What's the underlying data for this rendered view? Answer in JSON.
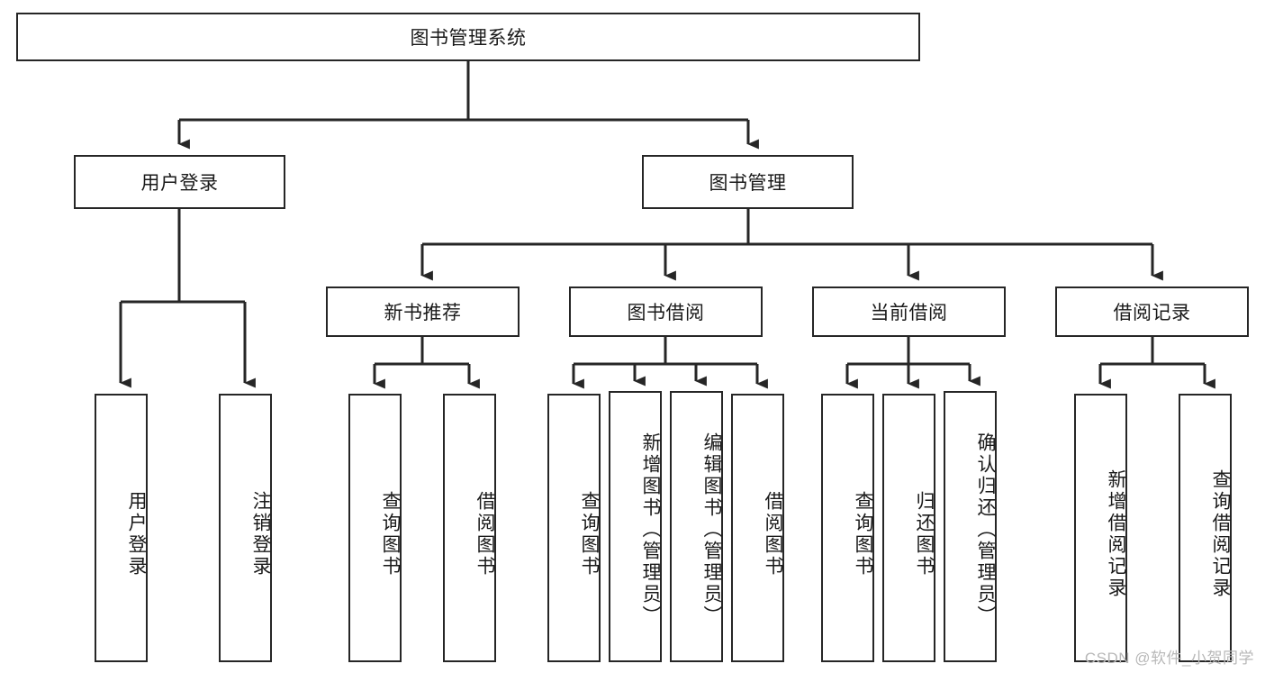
{
  "diagram": {
    "title": "图书管理系统",
    "watermark": "CSDN @软件_小贺同学",
    "colors": {
      "stroke": "#262626",
      "background": "#ffffff",
      "text": "#1a1a1a",
      "watermark": "#b8b8b8"
    },
    "nodes": {
      "root": {
        "label": "图书管理系统"
      },
      "level2": [
        {
          "id": "user-login",
          "label": "用户登录"
        },
        {
          "id": "book-manage",
          "label": "图书管理"
        }
      ],
      "level3": [
        {
          "id": "new-book-recommend",
          "label": "新书推荐"
        },
        {
          "id": "book-borrow",
          "label": "图书借阅"
        },
        {
          "id": "current-borrow",
          "label": "当前借阅"
        },
        {
          "id": "borrow-record",
          "label": "借阅记录"
        }
      ],
      "leaves": {
        "user_login": [
          {
            "id": "leaf-user-login",
            "label": "用户登录"
          },
          {
            "id": "leaf-user-logout",
            "label": "注销登录"
          }
        ],
        "new_book_recommend": [
          {
            "id": "leaf-query-book-1",
            "label": "查询图书"
          },
          {
            "id": "leaf-borrow-book-1",
            "label": "借阅图书"
          }
        ],
        "book_borrow": [
          {
            "id": "leaf-query-book-2",
            "label": "查询图书"
          },
          {
            "id": "leaf-add-book",
            "label": "新增图书（管理员）"
          },
          {
            "id": "leaf-edit-book",
            "label": "编辑图书（管理员）"
          },
          {
            "id": "leaf-borrow-book-2",
            "label": "借阅图书"
          }
        ],
        "current_borrow": [
          {
            "id": "leaf-query-book-3",
            "label": "查询图书"
          },
          {
            "id": "leaf-return-book",
            "label": "归还图书"
          },
          {
            "id": "leaf-confirm-return",
            "label": "确认归还（管理员）"
          }
        ],
        "borrow_record": [
          {
            "id": "leaf-add-record",
            "label": "新增借阅记录"
          },
          {
            "id": "leaf-query-record",
            "label": "查询借阅记录"
          }
        ]
      }
    }
  }
}
